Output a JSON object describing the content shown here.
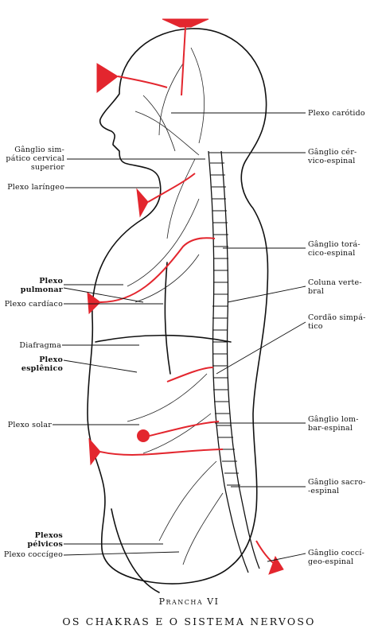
{
  "labels_right": {
    "plexo_carotido": [
      "Plexo carótido"
    ],
    "ganglio_cervico": [
      "Gânglio cér-",
      "vico-espinal"
    ],
    "ganglio_toracico": [
      "Gânglio torá-",
      "cico-espinal"
    ],
    "coluna_vertebral": [
      "Coluna verte-",
      "bral"
    ],
    "cordao_simpatico": [
      "Cordão simpá-",
      "tico"
    ],
    "ganglio_lombar": [
      "Gânglio lom-",
      "bar-espinal"
    ],
    "ganglio_sacro": [
      "Gânglio sacro-",
      "-espinal"
    ],
    "ganglio_coccigeo": [
      "Gânglio coccí-",
      "geo-espinal"
    ]
  },
  "labels_left": {
    "ganglio_simpatico": [
      "Gânglio sim-",
      "pático cervical",
      "superior"
    ],
    "plexo_laringeo": [
      "Plexo laríngeo"
    ],
    "plexo_pulmonar": [
      "Plexo",
      "pulmonar"
    ],
    "plexo_cardiaco": [
      "Plexo cardíaco"
    ],
    "diafragma": [
      "Diafragma"
    ],
    "plexo_esplenico": [
      "Plexo",
      "esplênico"
    ],
    "plexo_solar": [
      "Plexo solar"
    ],
    "plexos_pelvicos": [
      "Plexos",
      "pélvicos"
    ],
    "plexo_coccigeo": [
      "Plexo coccígeo"
    ]
  },
  "plate": {
    "label": "Prancha VI",
    "title": "OS CHAKRAS E O SISTEMA NERVOSO"
  },
  "colors": {
    "ink": "#111111",
    "chakra_red": "#e3262e"
  }
}
